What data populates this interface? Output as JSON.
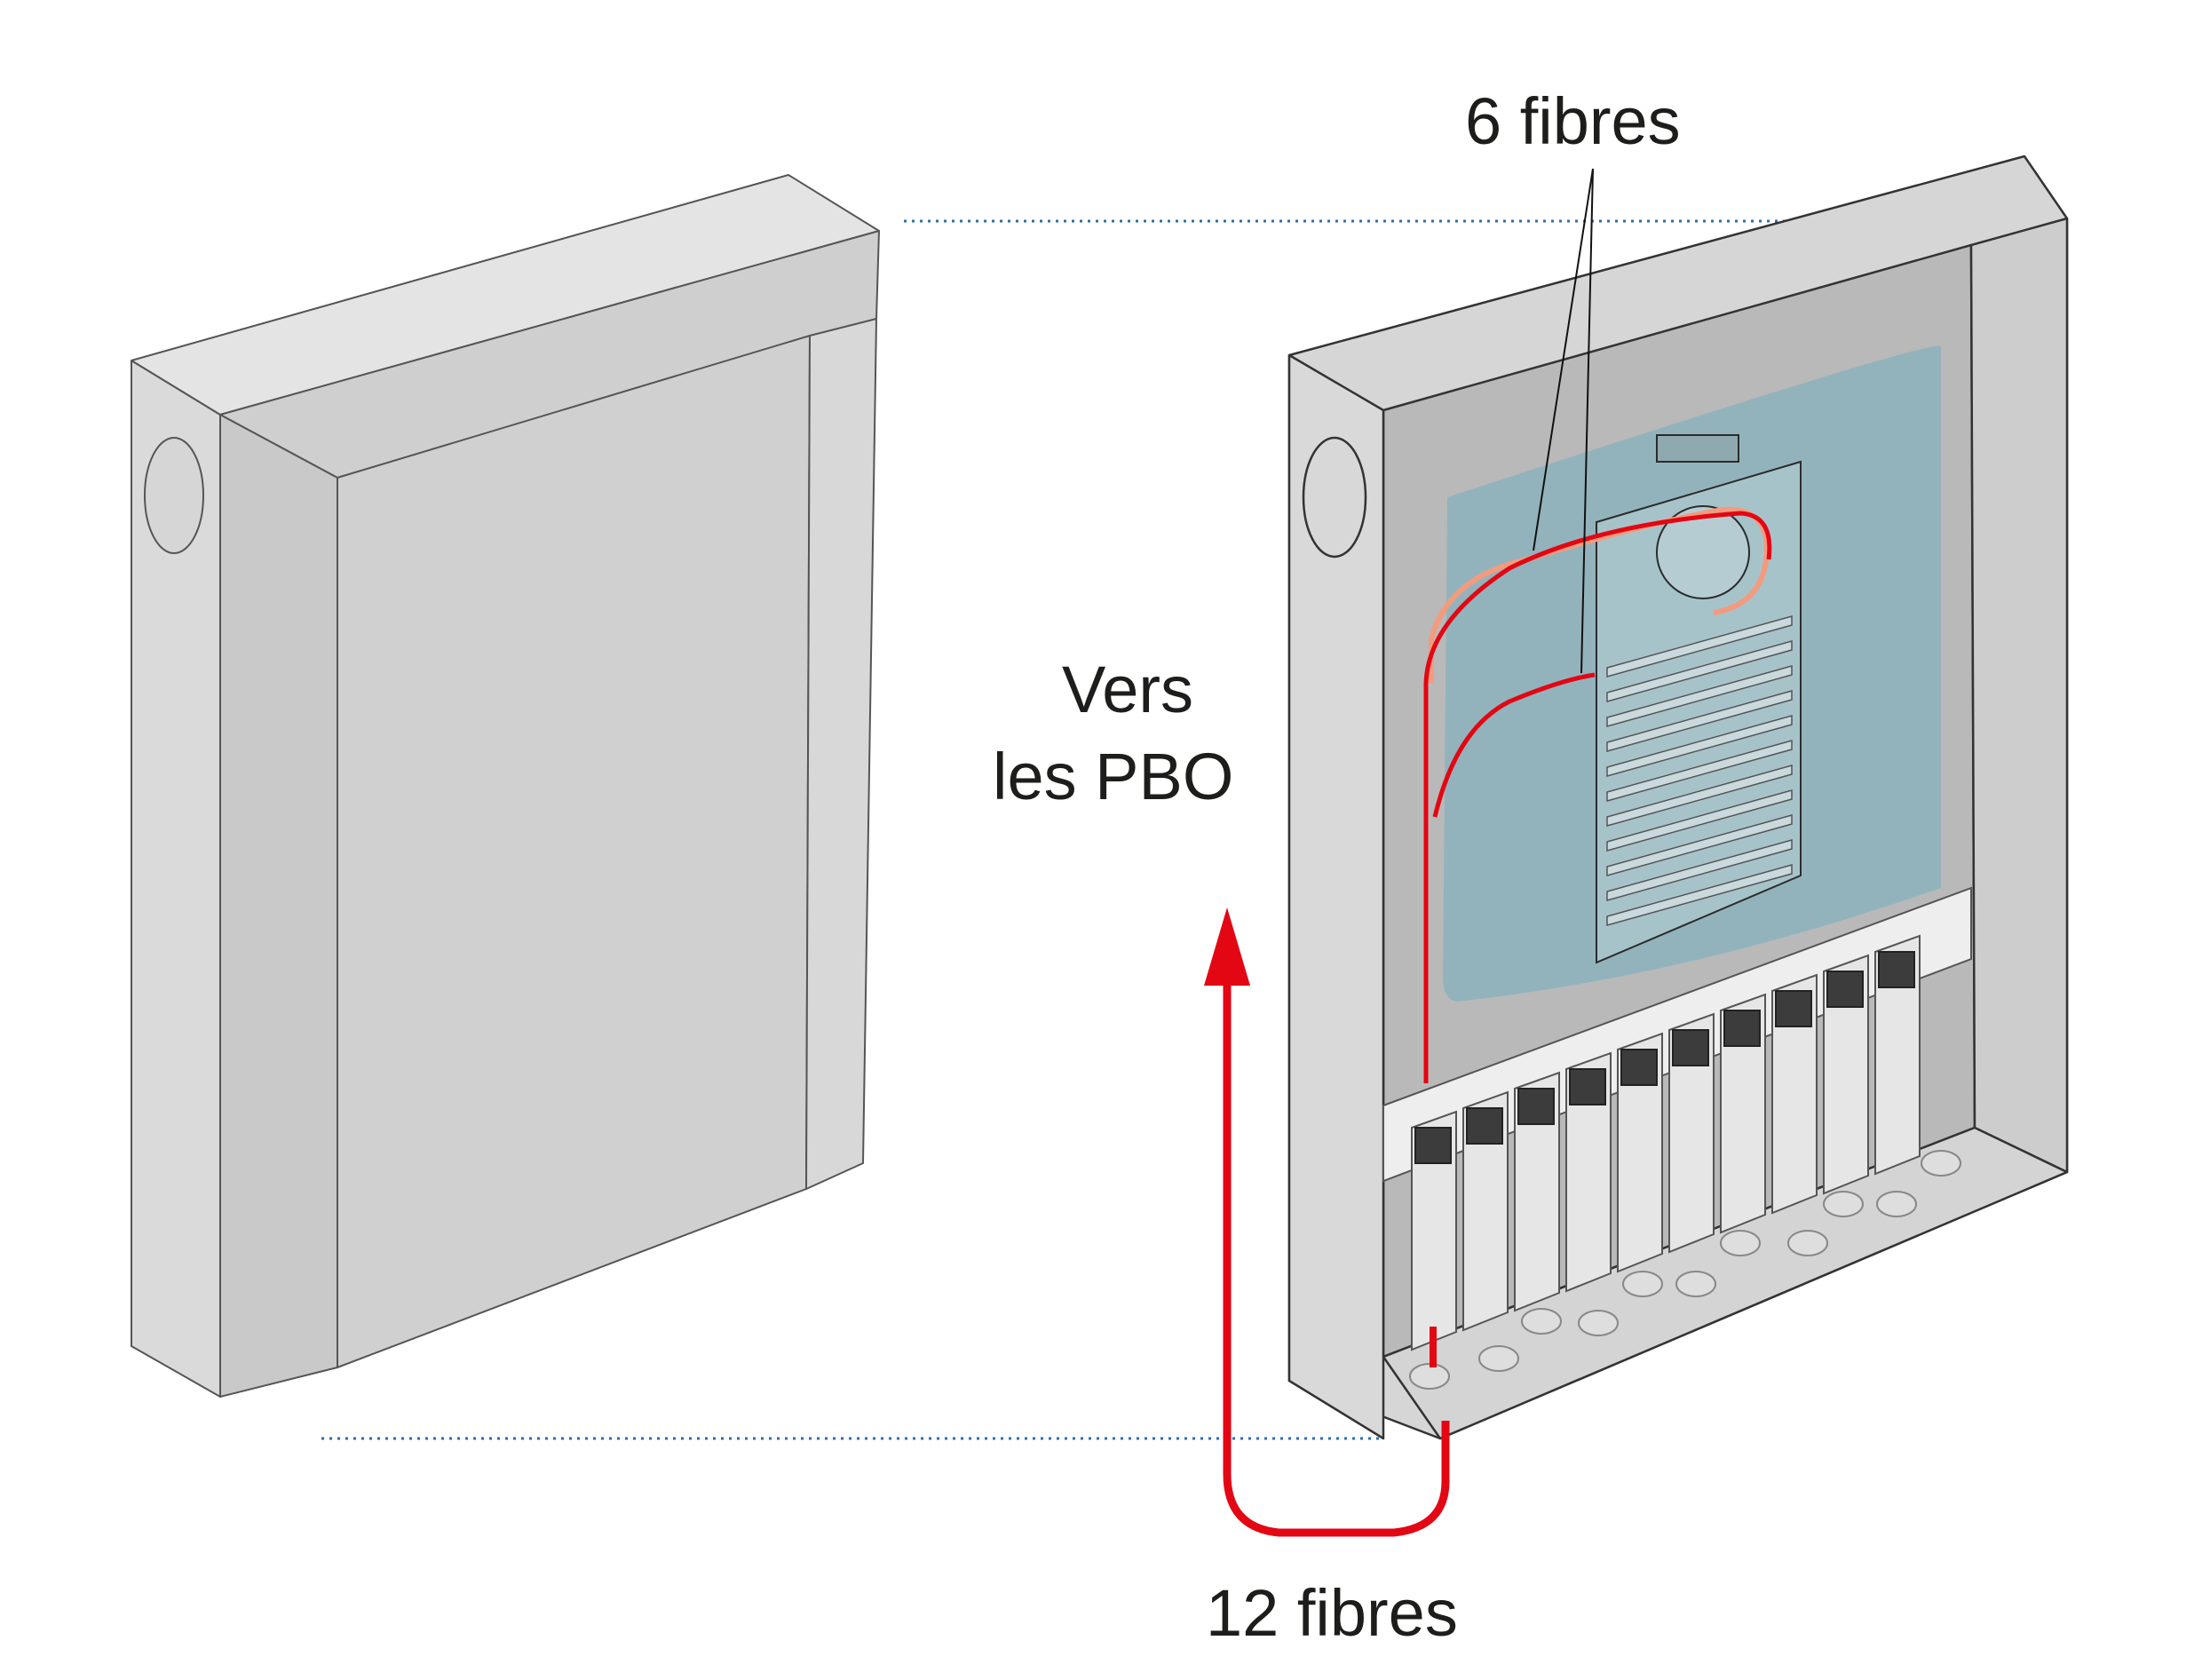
{
  "labels": {
    "six_fibres": "6 fibres",
    "vers": "Vers",
    "les_pbo": "les PBO",
    "twelve_fibres": "12 fibres"
  },
  "colors": {
    "fibre_red": "#e30613",
    "fibre_orange": "#f39b7f",
    "box_light": "#dcdcdc",
    "box_mid": "#cfcfcf",
    "box_dark": "#c4c4c4",
    "tray_blue": "#93b3bc",
    "guide_line": "#2a6fb0",
    "connector_dark": "#3c3c3c"
  },
  "icons": [
    "fibre-arrow-up-icon",
    "cable-gland-icon",
    "splice-cassette-icon",
    "connector-icon"
  ]
}
